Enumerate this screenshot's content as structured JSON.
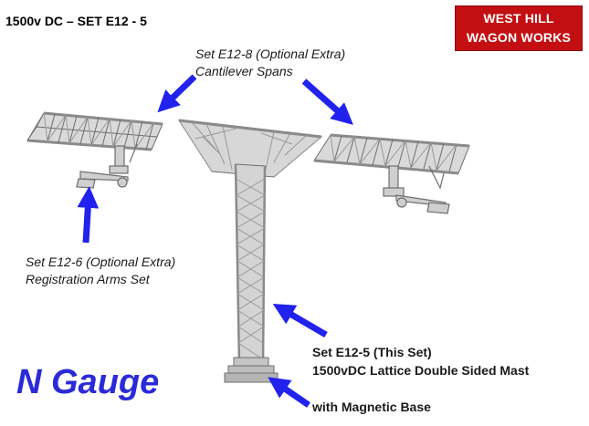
{
  "title": "1500v DC – SET E12 - 5",
  "logo": {
    "line1": "WEST HILL",
    "line2": "WAGON WORKS",
    "bg": "#c40f12"
  },
  "labels": {
    "cantilever": {
      "line1": "Set E12-8 (Optional Extra)",
      "line2": "Cantilever Spans"
    },
    "registration": {
      "line1": "Set E12-6 (Optional Extra)",
      "line2": "Registration Arms Set"
    },
    "mast": {
      "line1": "Set E12-5 (This Set)",
      "line2": "1500vDC Lattice Double Sided Mast"
    },
    "base": "with Magnetic Base"
  },
  "scale": "N Gauge",
  "colors": {
    "arrow": "#2222ee",
    "model": "#c8c8c8",
    "outline": "#6e6e6e"
  }
}
